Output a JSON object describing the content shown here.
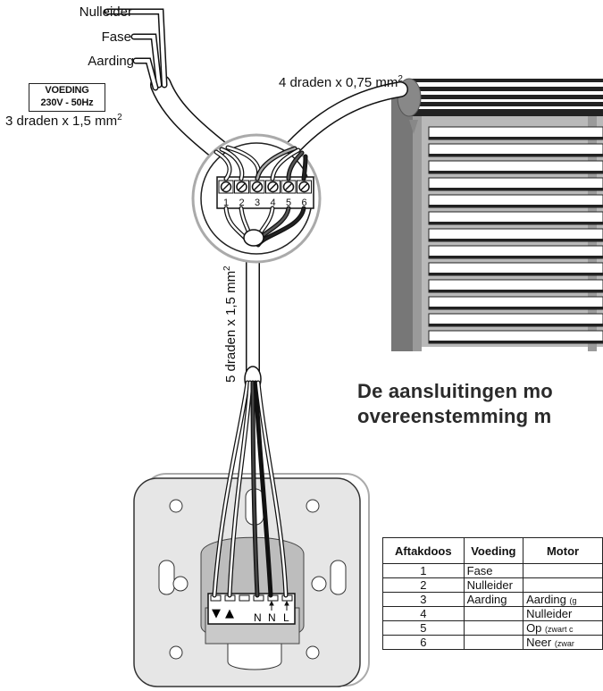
{
  "wire_labels": {
    "neutral": "Nulleider",
    "phase": "Fase",
    "earth": "Aarding"
  },
  "power_supply": {
    "title": "VOEDING",
    "rating": "230V - 50Hz"
  },
  "cables": {
    "supply": {
      "text": "3 draden x 1,5 mm",
      "sup": "2"
    },
    "motor": {
      "text": "4 draden x 0,75 mm",
      "sup": "2"
    },
    "switch": {
      "text": "5 draden x 1,5 mm",
      "sup": "2"
    }
  },
  "terminal_numbers": [
    "1",
    "2",
    "3",
    "4",
    "5",
    "6"
  ],
  "switch_terminal_labels": {
    "down": "▼",
    "up": "▲",
    "n1": "N",
    "n2": "N",
    "l": "L"
  },
  "heading": {
    "line1": "De aansluitingen mo",
    "line2": "overeenstemming m"
  },
  "table": {
    "headers": [
      "Aftakdoos",
      "Voeding",
      "Motor"
    ],
    "rows": [
      {
        "box": "1",
        "supply": "Fase",
        "motor": "",
        "motor_note": ""
      },
      {
        "box": "2",
        "supply": "Nulleider",
        "motor": "",
        "motor_note": ""
      },
      {
        "box": "3",
        "supply": "Aarding",
        "motor": "Aarding ",
        "motor_note": "(g"
      },
      {
        "box": "4",
        "supply": "",
        "motor": "Nulleider",
        "motor_note": ""
      },
      {
        "box": "5",
        "supply": "",
        "motor": "Op ",
        "motor_note": "(zwart c"
      },
      {
        "box": "6",
        "supply": "",
        "motor": "Neer ",
        "motor_note": "(zwar"
      }
    ]
  }
}
